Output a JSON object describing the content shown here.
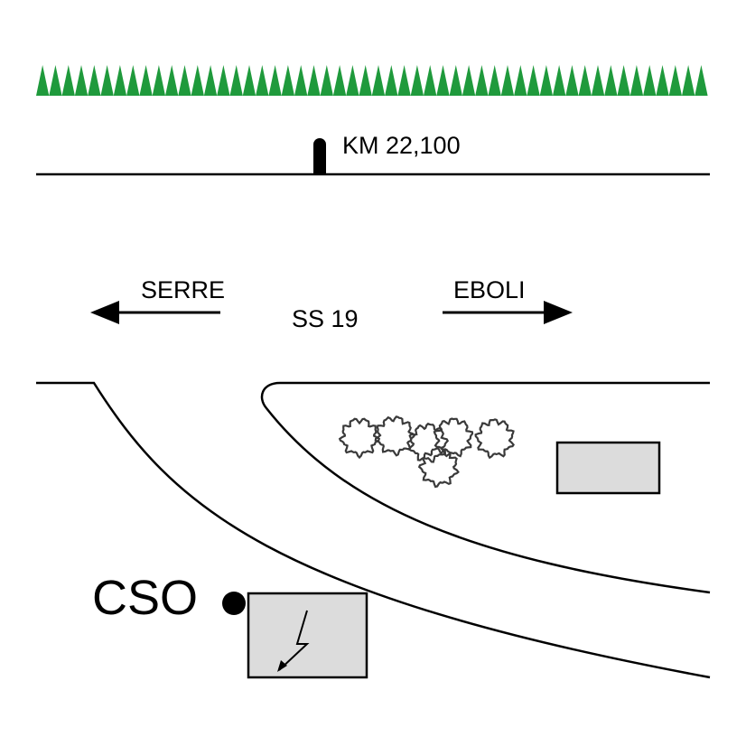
{
  "labels": {
    "km_marker": "KM 22,100",
    "west_direction": "SERRE",
    "road_name": "SS 19",
    "east_direction": "EBOLI",
    "station": "CSO"
  },
  "colors": {
    "hedge": "#1f9a3c",
    "building_fill": "#dcdcdc",
    "line": "#000000"
  },
  "icons": {
    "hedge": "hedge-icon",
    "milestone": "milestone-icon",
    "trees": "tree-icon",
    "station_point": "station-dot-icon",
    "substation": "lightning-bolt-icon"
  }
}
